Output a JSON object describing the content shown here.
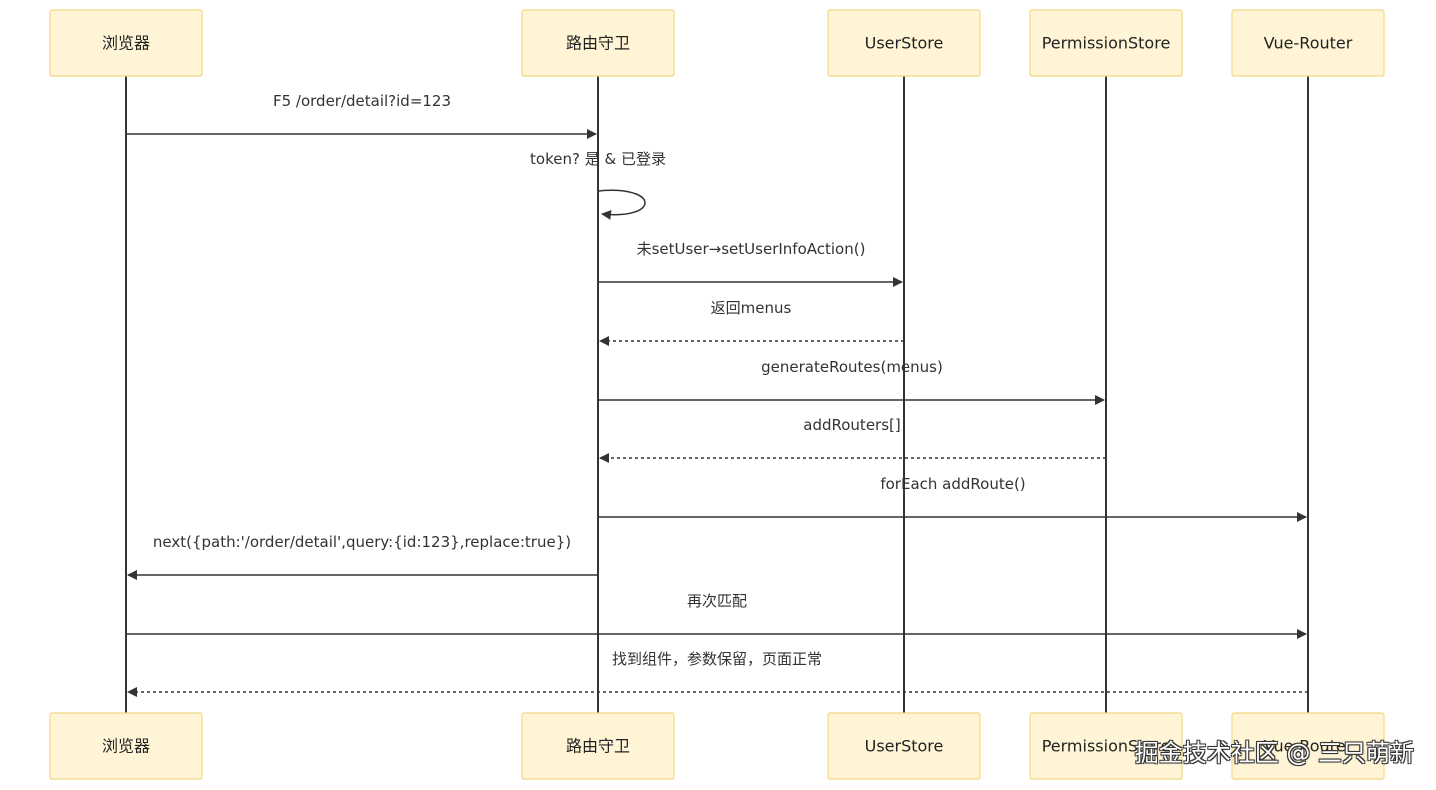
{
  "diagram": {
    "participants": [
      {
        "id": "browser",
        "label": "浏览器"
      },
      {
        "id": "guard",
        "label": "路由守卫"
      },
      {
        "id": "userstore",
        "label": "UserStore"
      },
      {
        "id": "permissionstore",
        "label": "PermissionStore"
      },
      {
        "id": "vuerouter",
        "label": "Vue-Router"
      }
    ],
    "messages": [
      {
        "from": "browser",
        "to": "guard",
        "label": "F5 /order/detail?id=123",
        "style": "solid"
      },
      {
        "from": "guard",
        "to": "guard",
        "label": "token? 是 & 已登录",
        "style": "solid"
      },
      {
        "from": "guard",
        "to": "userstore",
        "label": "未setUser→setUserInfoAction()",
        "style": "solid"
      },
      {
        "from": "userstore",
        "to": "guard",
        "label": "返回menus",
        "style": "dashed"
      },
      {
        "from": "guard",
        "to": "permissionstore",
        "label": "generateRoutes(menus)",
        "style": "solid"
      },
      {
        "from": "permissionstore",
        "to": "guard",
        "label": "addRouters[]",
        "style": "dashed"
      },
      {
        "from": "guard",
        "to": "vuerouter",
        "label": "forEach addRoute()",
        "style": "solid"
      },
      {
        "from": "guard",
        "to": "browser",
        "label": "next({path:'/order/detail',query:{id:123},replace:true})",
        "style": "solid"
      },
      {
        "from": "browser",
        "to": "vuerouter",
        "label": "再次匹配",
        "style": "solid"
      },
      {
        "from": "vuerouter",
        "to": "browser",
        "label": "找到组件，参数保留，页面正常",
        "style": "dashed"
      }
    ]
  },
  "watermark": "掘金技术社区 @ 三只萌新"
}
